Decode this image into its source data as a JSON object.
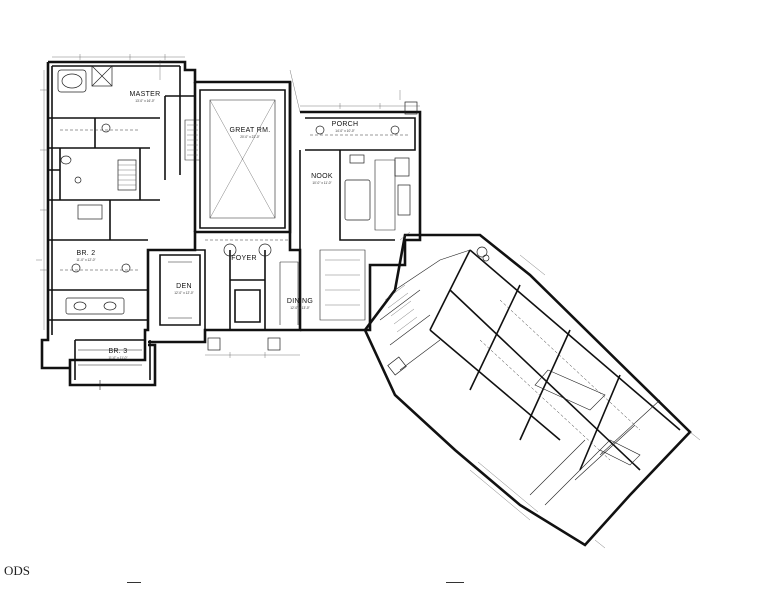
{
  "rooms": {
    "master": "MASTER",
    "great": "GREAT RM.",
    "porch": "PORCH",
    "nook": "NOOK",
    "bed2": "BR. 2",
    "bed3": "BR. 3",
    "den": "DEN",
    "foyer": "FOYER",
    "dining": "DINING"
  },
  "watermark": "ODS"
}
